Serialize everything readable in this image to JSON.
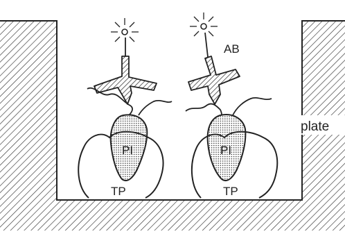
{
  "labels": {
    "plate": "plate",
    "antibody": "AB",
    "protein_left": "PI",
    "protein_right": "PI",
    "target_left": "TP",
    "target_right": "TP"
  },
  "colors": {
    "ink": "#222222",
    "background": "#ffffff"
  }
}
